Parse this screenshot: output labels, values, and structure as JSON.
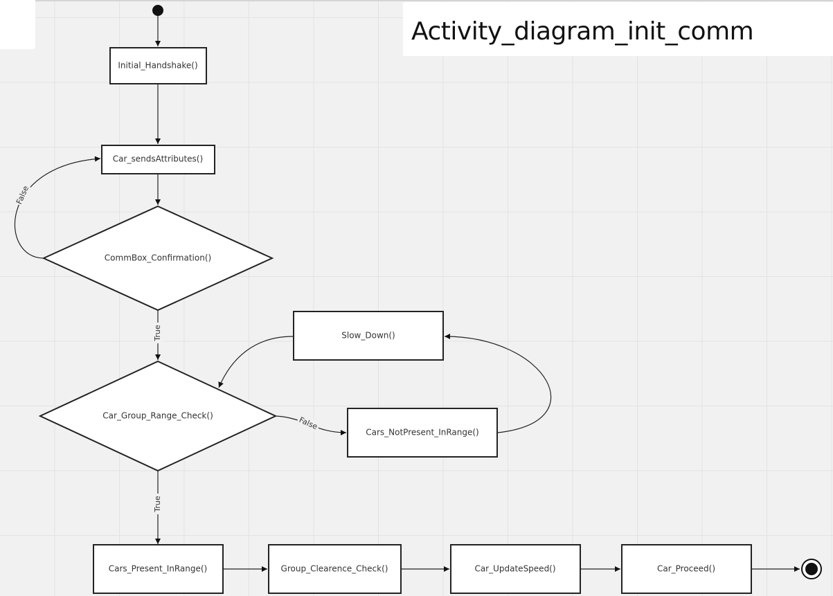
{
  "title": "Activity_diagram_init_comm",
  "nodes": {
    "initial_handshake": "Initial_Handshake()",
    "car_sends_attributes": "Car_sendsAttributes()",
    "commbox_confirmation": "CommBox_Confirmation()",
    "car_group_range_check": "Car_Group_Range_Check()",
    "slow_down": "Slow_Down()",
    "cars_not_present_in_range": "Cars_NotPresent_InRange()",
    "cars_present_in_range": "Cars_Present_InRange()",
    "group_clearence_check": "Group_Clearence_Check()",
    "car_update_speed": "Car_UpdateSpeed()",
    "car_proceed": "Car_Proceed()"
  },
  "edge_labels": {
    "confirmation_false": "False",
    "confirmation_true": "True",
    "range_false": "False",
    "range_true": "True"
  }
}
